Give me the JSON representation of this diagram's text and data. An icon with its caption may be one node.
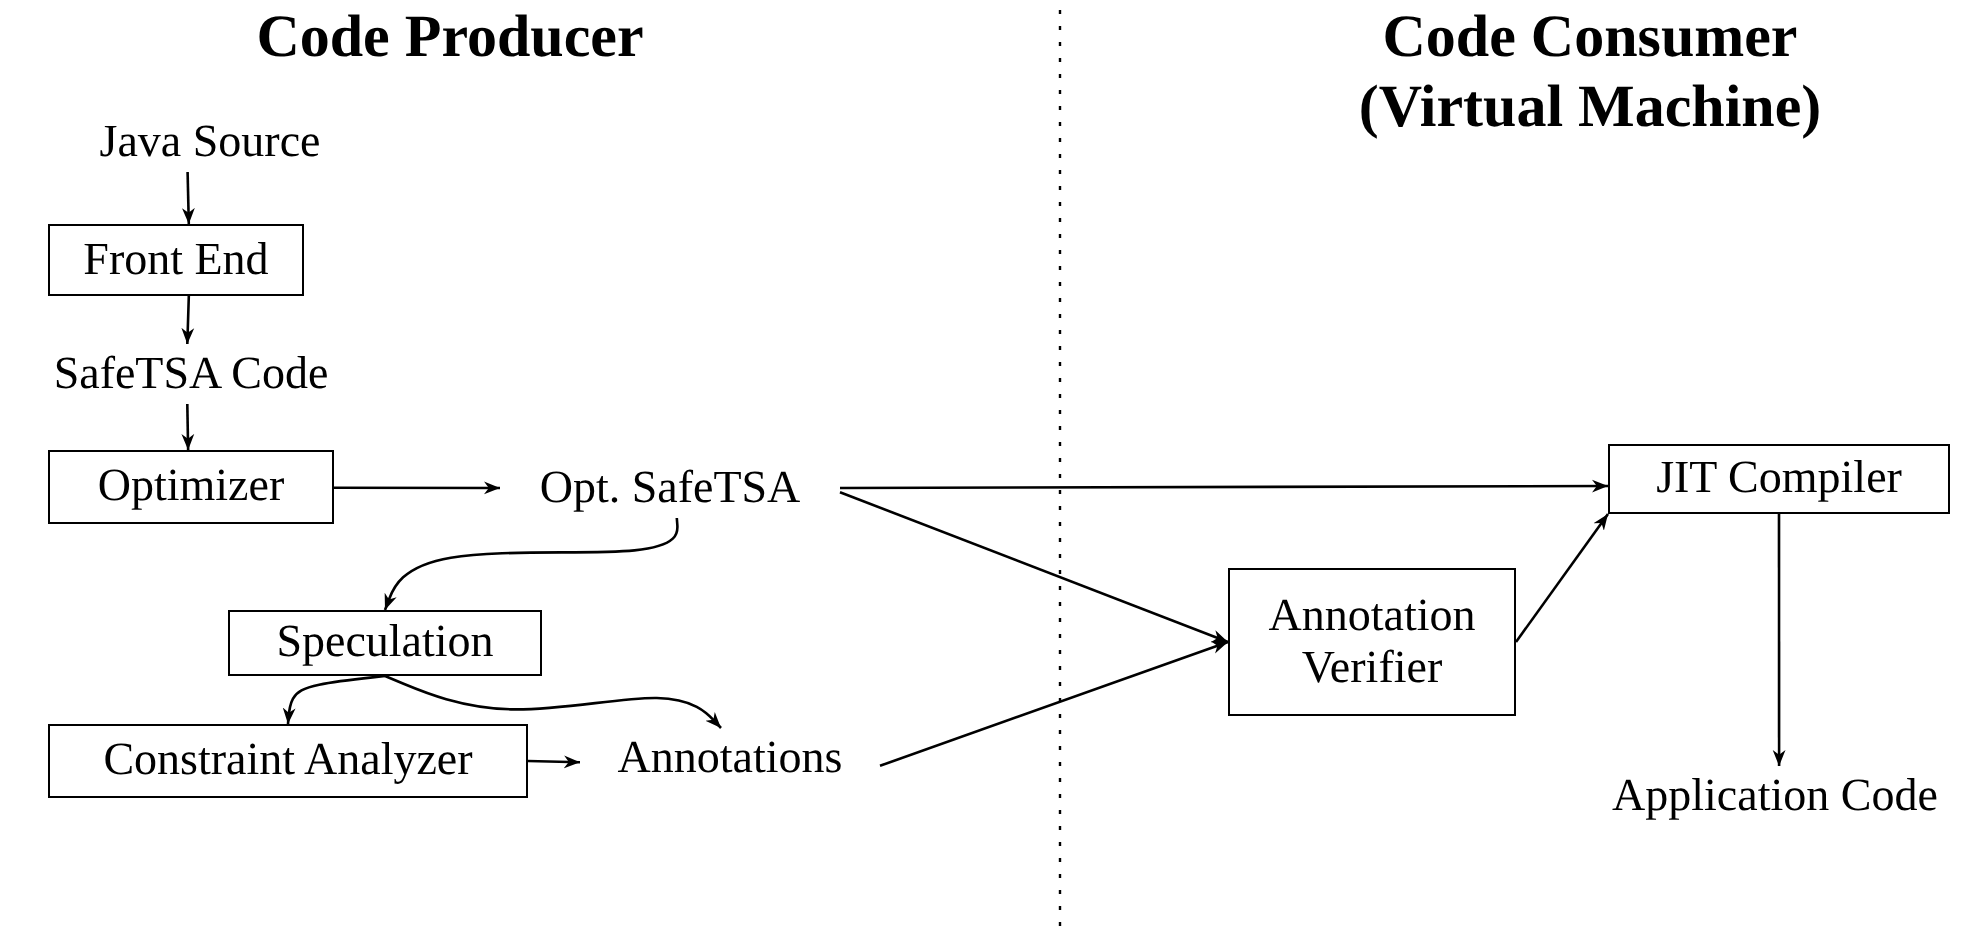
{
  "diagram": {
    "nodes": [
      {
        "text": [
          "Java Source"
        ]
      },
      {
        "text": [
          "Front End"
        ]
      },
      {
        "text": [
          "SafeTSA Code"
        ]
      },
      {
        "text": [
          "Optimizer"
        ]
      },
      {
        "text": [
          "Opt. SafeTSA"
        ]
      },
      {
        "text": [
          "Speculation"
        ]
      },
      {
        "text": [
          "Constraint Analyzer"
        ]
      },
      {
        "text": [
          "Annotations"
        ]
      },
      {
        "text": [
          "Annotation Verifier"
        ]
      },
      {
        "text": [
          "JIT Compiler"
        ]
      },
      {
        "text": [
          "Application Code"
        ]
      }
    ],
    "edges": [
      {
        "from": 0,
        "to": 1,
        "arrow": "to"
      },
      {
        "from": 1,
        "to": 2,
        "arrow": "to"
      },
      {
        "from": 2,
        "to": 3,
        "arrow": "to"
      },
      {
        "from": 3,
        "to": 4,
        "arrow": "to"
      },
      {
        "from": 4,
        "to": 5,
        "arrow": "to"
      },
      {
        "from": 5,
        "to": 6,
        "arrow": "to"
      },
      {
        "from": 5,
        "to": 7,
        "arrow": "to"
      },
      {
        "from": 6,
        "to": 7,
        "arrow": "to"
      },
      {
        "from": 4,
        "to": 9,
        "arrow": "to"
      },
      {
        "from": 4,
        "to": 8,
        "arrow": "to"
      },
      {
        "from": 7,
        "to": 8,
        "arrow": "to"
      },
      {
        "from": 8,
        "to": 9,
        "arrow": "to"
      },
      {
        "from": 9,
        "to": 10,
        "arrow": "to"
      }
    ],
    "labels": [
      "Code Producer",
      "Code Consumer (Virtual Machine)"
    ]
  }
}
